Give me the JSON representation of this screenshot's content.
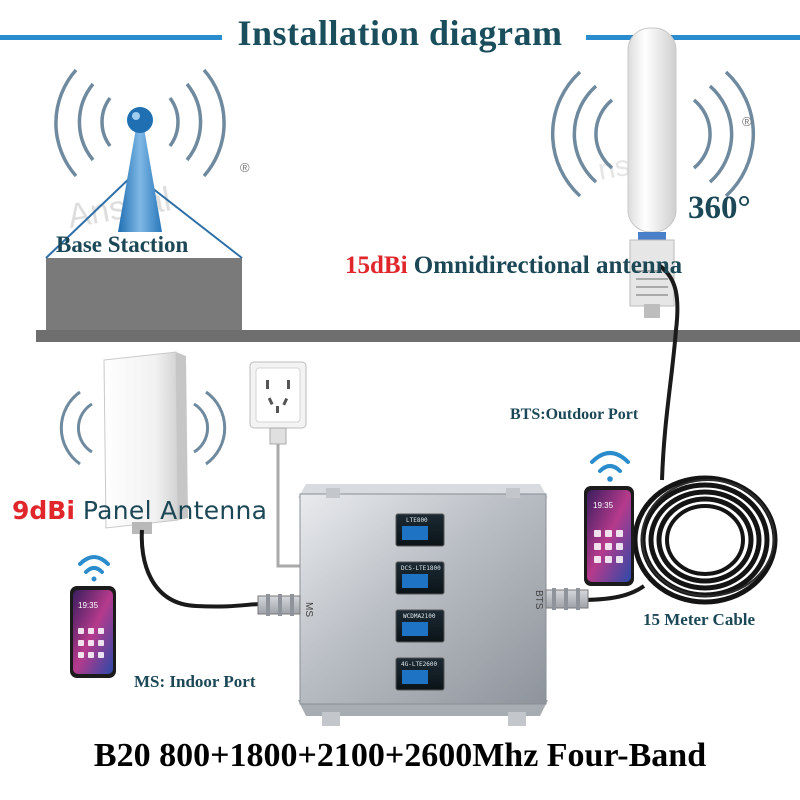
{
  "title": "Installation diagram",
  "base_station_label": "Base Staction",
  "degree_label": "360°",
  "omni_antenna": {
    "gain": "15dBi",
    "name": "Omnidirectional antenna"
  },
  "panel_antenna": {
    "gain": "9dBi",
    "name": "Panel Antenna"
  },
  "bts_port_label": "BTS:Outdoor Port",
  "ms_port_label": "MS: Indoor Port",
  "cable_label": "15 Meter Cable",
  "footer": "B20 800+1800+2100+2600Mhz Four-Band",
  "watermark": "Anshal",
  "booster": {
    "ms_port": "MS",
    "bts_port": "BTS",
    "band_screens": [
      "LTE800",
      "DCS-LTE1800",
      "WCDMA2100",
      "4G-LTE2600"
    ]
  },
  "phone_time": "19:35",
  "colors": {
    "title_teal": "#1a4e5c",
    "label_teal": "#1b4756",
    "gain_red": "#e0262b",
    "accent_blue": "#2a8ccc"
  }
}
